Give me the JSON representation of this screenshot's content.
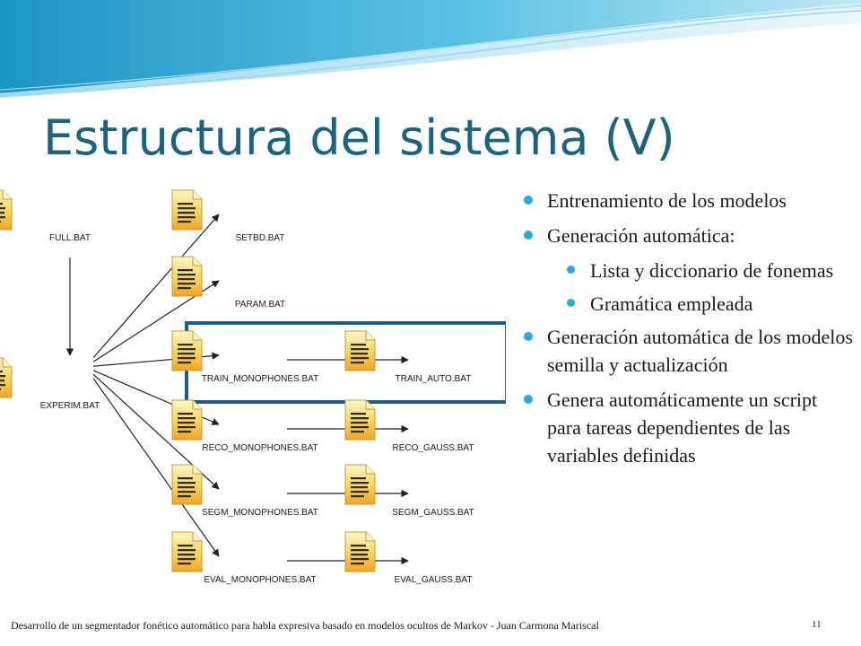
{
  "slide": {
    "title": "Estructura del sistema (V)",
    "footer": "Desarrollo de un segmentador fonético automático para habla expresiva basado en modelos ocultos de Markov - Juan Carmona Mariscal",
    "page_number": "11"
  },
  "colors": {
    "title": "#1b6480",
    "bullet": "#27aae1",
    "highlight_box": "#1d5a8e"
  },
  "diagram": {
    "nodes": [
      {
        "id": "full",
        "label": "FULL.BAT"
      },
      {
        "id": "experim",
        "label": "EXPERIM.BAT"
      },
      {
        "id": "setbd",
        "label": "SETBD.BAT"
      },
      {
        "id": "param",
        "label": "PARAM.BAT"
      },
      {
        "id": "train_mono",
        "label": "TRAIN_MONOPHONES.BAT"
      },
      {
        "id": "train_auto",
        "label": "TRAIN_AUTO.BAT"
      },
      {
        "id": "reco_mono",
        "label": "RECO_MONOPHONES.BAT"
      },
      {
        "id": "reco_gauss",
        "label": "RECO_GAUSS.BAT"
      },
      {
        "id": "segm_mono",
        "label": "SEGM_MONOPHONES.BAT"
      },
      {
        "id": "segm_gauss",
        "label": "SEGM_GAUSS.BAT"
      },
      {
        "id": "eval_mono",
        "label": "EVAL_MONOPHONES.BAT"
      },
      {
        "id": "eval_gauss",
        "label": "EVAL_GAUSS.BAT"
      }
    ],
    "edges": [
      [
        "full",
        "experim"
      ],
      [
        "experim",
        "setbd"
      ],
      [
        "experim",
        "param"
      ],
      [
        "experim",
        "train_mono"
      ],
      [
        "experim",
        "reco_mono"
      ],
      [
        "experim",
        "segm_mono"
      ],
      [
        "experim",
        "eval_mono"
      ],
      [
        "train_mono",
        "train_auto"
      ],
      [
        "reco_mono",
        "reco_gauss"
      ],
      [
        "segm_mono",
        "segm_gauss"
      ],
      [
        "eval_mono",
        "eval_gauss"
      ]
    ],
    "highlighted": [
      "train_mono",
      "train_auto"
    ]
  },
  "bullets": [
    {
      "level": 1,
      "text": "Entrenamiento de los modelos"
    },
    {
      "level": 1,
      "text": "Generación automática:"
    },
    {
      "level": 2,
      "text": "Lista y diccionario de fonemas"
    },
    {
      "level": 2,
      "text": "Gramática empleada"
    },
    {
      "level": 1,
      "text": "Generación automática de los modelos semilla y actualización"
    },
    {
      "level": 1,
      "text": "Genera automáticamente un script para tareas dependientes de las variables definidas"
    }
  ]
}
